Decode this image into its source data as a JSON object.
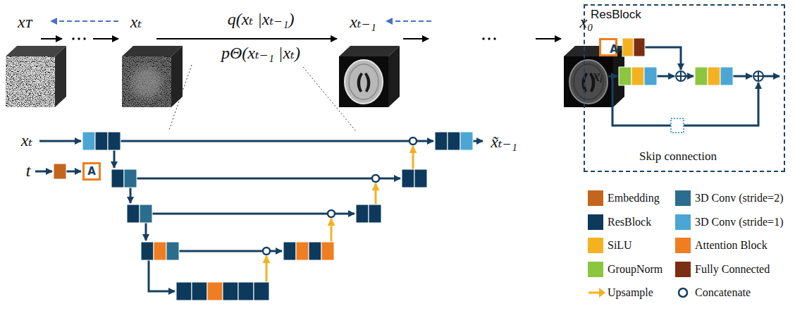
{
  "diagram": {
    "nodes": [
      {
        "text": [
          "ResBlock"
        ]
      },
      {
        "text": [
          "A"
        ],
        "in": 0
      },
      {
        "text": [
          "A"
        ]
      }
    ],
    "labels": [
      "xᴛ",
      "xₜ",
      "q(xₜ |xₜ₋₁)",
      "xₜ₋₁",
      "x₀",
      "pΘ(xₜ₋₁ |xₜ)",
      "xₜ",
      "x̃ₜ₋₁",
      "t",
      "xᵢ",
      "Skip connection"
    ],
    "legend": [
      {
        "text": "Embedding",
        "color": "#c4651d"
      },
      {
        "text": "3D Conv (stride=2)",
        "color": "#2a6d8e"
      },
      {
        "text": "ResBlock",
        "color": "#0d3a5c"
      },
      {
        "text": "3D Conv (stride=1)",
        "color": "#4ba6d4"
      },
      {
        "text": "SiLU",
        "color": "#f4b223"
      },
      {
        "text": "Attention Block",
        "color": "#ef7d22"
      },
      {
        "text": "GroupNorm",
        "color": "#8cc640"
      },
      {
        "text": "Fully Connected",
        "color": "#7a2e12"
      },
      {
        "text": "Upsample"
      },
      {
        "text": "Concatenate"
      }
    ]
  }
}
